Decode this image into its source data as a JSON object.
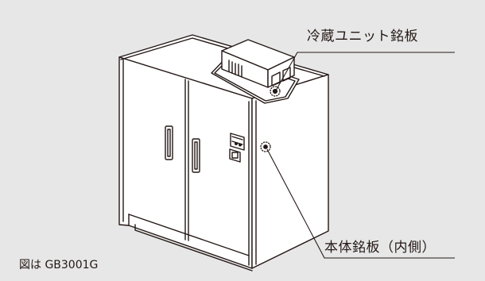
{
  "diagram": {
    "callouts": {
      "refrigeration_unit_nameplate": "冷蔵ユニット銘板",
      "body_nameplate": "本体銘板（内側）"
    },
    "caption": "図は GB3001G"
  }
}
